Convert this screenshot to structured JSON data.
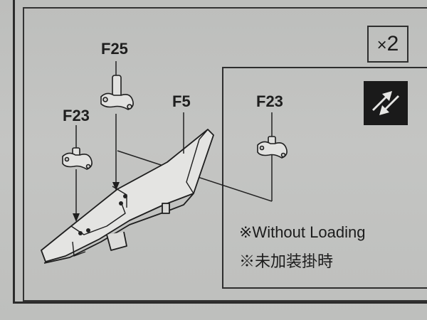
{
  "quantity": "2",
  "quantity_prefix": "×",
  "parts": {
    "f25": "F25",
    "f23_left": "F23",
    "f5": "F5",
    "f23_detail": "F23"
  },
  "notes": {
    "english": "※Without Loading",
    "japanese": "※未加装掛時"
  },
  "icons": {
    "option_swap": "swap-arrows-icon"
  }
}
